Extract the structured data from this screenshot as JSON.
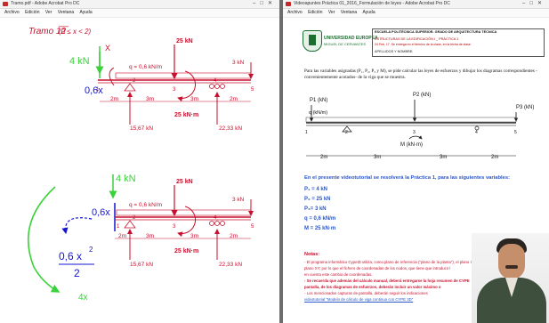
{
  "left_window": {
    "title": "Tramo.pdf - Adobe Acrobat Pro DC",
    "menu": [
      "Archivo",
      "Edición",
      "Ver",
      "Ventana",
      "Ayuda"
    ]
  },
  "right_window": {
    "title": "Videoapuntes Práctica 01_2016_Formulación de leyes - Adobe Acrobat Pro DC",
    "menu": [
      "Archivo",
      "Edición",
      "Ver",
      "Ventana",
      "Ayuda"
    ]
  },
  "notes": {
    "tramo_label": "Tramo 1̅2̅",
    "tramo_range": "(0 ≤ x < 2)",
    "top": {
      "load_4kn": "4 kN",
      "x_label": "X",
      "moment_label": "0,6x",
      "load_25kn": "25 kN",
      "load_3kn": "3 kN",
      "q_label": "q = 0,6 kN/m",
      "nodes": [
        "1",
        "2",
        "3",
        "4",
        "5"
      ],
      "spans": [
        "2m",
        "3m",
        "3m",
        "2m"
      ],
      "moment_25": "25 kN·m",
      "reaction_1": "15,67 kN",
      "reaction_2": "22,33 kN"
    },
    "bottom": {
      "load_4kn": "4 kN",
      "moment_label": "0,6x",
      "fraction_num": "0,6 x",
      "fraction_exp": "2",
      "fraction_den": "2",
      "result": "4x",
      "load_25kn": "25 kN",
      "load_3kn": "3 kN",
      "q_label": "q = 0,6 kN/m",
      "nodes": [
        "1",
        "2",
        "3",
        "4",
        "5"
      ],
      "spans": [
        "2m",
        "3m",
        "3m",
        "2m"
      ],
      "moment_25": "25 kN·m",
      "reaction_1": "15,67 kN",
      "reaction_2": "22,33 kN"
    }
  },
  "document": {
    "university": "UNIVERSIDAD EUROPEA",
    "university_sub": "MIGUEL DE CERVANTES",
    "header_line1": "ESCUELA POLITÉCNICA SUPERIOR. GRADO DE ARQUITECTURA TÉCNICA",
    "header_line2": "ESTRUCTURAS DE LA EDIFICACIÓN I _ PRÁCTICA 1",
    "header_line3": "24 Feb, 17. Se entrega en el término de la clase, en la fecha de clase.",
    "header_line4": "APELLIDOS Y NOMBRE:",
    "intro": "Para las variables asignadas (P₁, P₂, P₃ y M), se pide calcular las leyes de esfuerzos y dibujar los diagramas correspondientes -convenientemente acotados- de la viga que se muestra.",
    "p1": "P1 (kN)",
    "p2": "P2 (kN)",
    "p3": "P3 (kN)",
    "q": "q (kN/m)",
    "m": "M (kN·m)",
    "nodes": [
      "1",
      "2",
      "3",
      "4",
      "5"
    ],
    "spans": [
      "2m",
      "3m",
      "3m",
      "2m"
    ],
    "video_heading": "En el presente videotutorial se resolverá la Práctica 1, para las siguientes variables:",
    "variables": [
      "P₁ = 4 kN",
      "P₂ = 25 kN",
      "P₃= 3 kN",
      "q = 0,6 kN/m",
      "M = 25 kN·m"
    ],
    "notas_title": "Notas:",
    "notas_lines": [
      "- El programa informático CypeID utiliza, como plano de referencia (\"plano de la planta\"), el plano XY; en lugar del",
      "plano XY; por lo que el fichero de coordenadas de los nodos, que tiene que introducir l",
      "en cuenta este cambio de coordenadas.",
      "- Se recuerda que además del cálculo manual, deberá entregarse la hoja resumen de CYPE",
      "pantalla, de los diagramas de esfuerzos, deberán incluir un valor máximo o",
      "- Los mencionados capturas de pantalla, deberán seguir los indicaciones",
      "videotutorial \"Modelo de cálculo de viga continua con CYPE 3D\""
    ]
  },
  "colors": {
    "red_ink": "#c8102e",
    "green_ink": "#3bd13b",
    "blue_ink": "#1515d0",
    "doc_blue": "#2a56c6",
    "uni_green": "#1a6e30"
  }
}
